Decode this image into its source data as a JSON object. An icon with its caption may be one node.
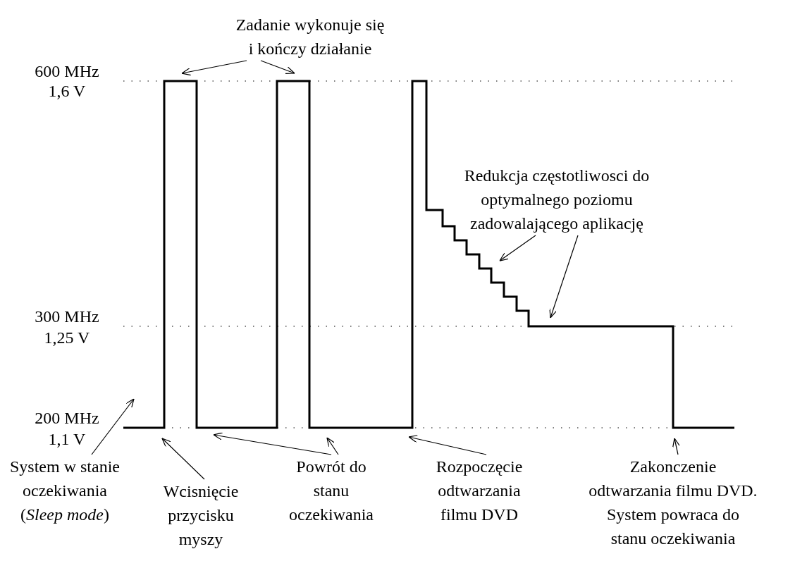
{
  "diagram": {
    "nodes": [
      {
        "text": [
          "Zadanie wykonuje się i kończy działanie"
        ]
      },
      {
        "text": [
          "Redukcja częstotliwosci do optymalnego poziomu zadowalającego aplikację"
        ]
      },
      {
        "text": [
          "System w stanie oczekiwania (*Sleep mode*)"
        ]
      },
      {
        "text": [
          "Wcisnięcie przycisku myszy"
        ]
      },
      {
        "text": [
          "Powrót do stanu oczekiwania"
        ]
      },
      {
        "text": [
          "Rozpoczęcie odtwarzania filmu DVD"
        ]
      },
      {
        "text": [
          "Zakonczenie odtwarzania filmu DVD. System powraca do stanu oczekiwania"
        ]
      }
    ],
    "edges": [
      {
        "from": 0,
        "to": null,
        "arrow": "to"
      },
      {
        "from": 0,
        "to": null,
        "arrow": "to"
      },
      {
        "from": 1,
        "to": null,
        "arrow": "to"
      },
      {
        "from": 1,
        "to": null,
        "arrow": "to"
      },
      {
        "from": 2,
        "to": null,
        "arrow": "to"
      },
      {
        "from": 3,
        "to": null,
        "arrow": "to"
      },
      {
        "from": 4,
        "to": null,
        "arrow": "to"
      },
      {
        "from": 4,
        "to": null,
        "arrow": "to"
      },
      {
        "from": 5,
        "to": null,
        "arrow": "to"
      },
      {
        "from": 6,
        "to": null,
        "arrow": "to"
      }
    ],
    "labels": [
      "600 MHz",
      "1,6 V",
      "300 MHz",
      "1,25 V",
      "200 MHz",
      "1,1 V"
    ]
  }
}
